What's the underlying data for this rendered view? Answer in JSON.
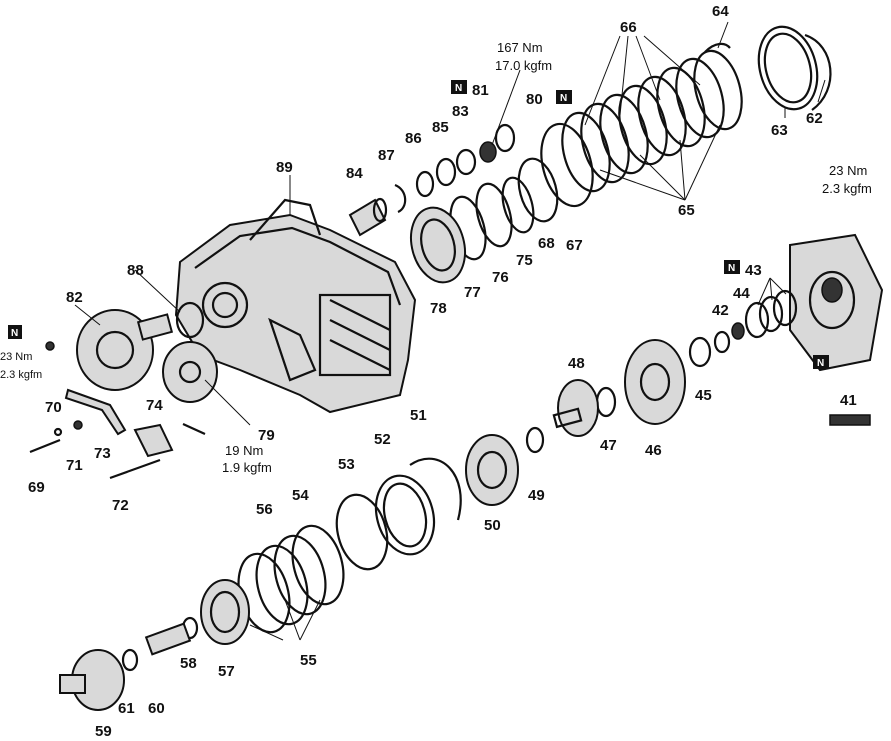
{
  "callouts": {
    "c41": "41",
    "c42": "42",
    "c43": "43",
    "c44": "44",
    "c45": "45",
    "c46": "46",
    "c47": "47",
    "c48": "48",
    "c49": "49",
    "c50": "50",
    "c51": "51",
    "c52": "52",
    "c53": "53",
    "c54": "54",
    "c55": "55",
    "c56": "56",
    "c57": "57",
    "c58": "58",
    "c59": "59",
    "c60": "60",
    "c61": "61",
    "c62": "62",
    "c63": "63",
    "c64": "64",
    "c65": "65",
    "c66": "66",
    "c67": "67",
    "c68": "68",
    "c69": "69",
    "c70": "70",
    "c71": "71",
    "c72": "72",
    "c73": "73",
    "c74": "74",
    "c75": "75",
    "c76": "76",
    "c77": "77",
    "c78": "78",
    "c79": "79",
    "c80": "80",
    "c81": "81",
    "c82": "82",
    "c83": "83",
    "c84": "84",
    "c85": "85",
    "c86": "86",
    "c87": "87",
    "c88": "88",
    "c89": "89"
  },
  "torque": {
    "t167nm": "167 Nm",
    "t17kgfm": "17.0 kgfm",
    "t23nm_right": "23 Nm",
    "t23kgfm_right": "2.3 kgfm",
    "t23nm_left": "23 Nm",
    "t23kgfm_left": "2.3 kgfm",
    "t19nm": "19 Nm",
    "t19kgfm": "1.9 kgfm"
  },
  "badge": "N"
}
